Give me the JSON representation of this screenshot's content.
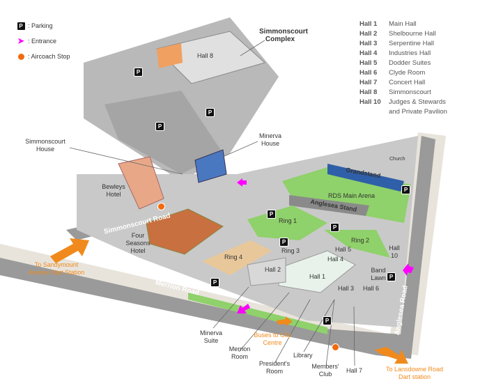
{
  "legend": {
    "parking": ": Parking",
    "entrance": ": Entrance",
    "aircoach": ": Aircoach Stop",
    "parking_symbol": "P"
  },
  "halls": [
    {
      "hall": "Hall 1",
      "name": "Main Hall"
    },
    {
      "hall": "Hall 2",
      "name": "Shelbourne Hall"
    },
    {
      "hall": "Hall 3",
      "name": "Serpentine Hall"
    },
    {
      "hall": "Hall 4",
      "name": "Industries Hall"
    },
    {
      "hall": "Hall 5",
      "name": "Dodder Suites"
    },
    {
      "hall": "Hall 6",
      "name": "Clyde Room"
    },
    {
      "hall": "Hall 7",
      "name": "Concert Hall"
    },
    {
      "hall": "Hall 8",
      "name": "Simmonscourt"
    },
    {
      "hall": "Hall 10",
      "name": "Judges & Stewards and Private Pavilion"
    }
  ],
  "roads": {
    "simmonscourt": "Simmonscourt Road",
    "merrion": "Merrion Road",
    "anglesea": "Anglesea Road"
  },
  "labels": {
    "simmonscourt_complex": "Simmonscourt Complex",
    "hall8": "Hall 8",
    "simmonscourt_house": "Simmonscourt House",
    "minerva_house": "Minerva House",
    "bewleys": "Bewleys Hotel",
    "four_seasons": "Four Seasons Hotel",
    "grandstand": "Grandstand",
    "main_arena": "RDS Main Arena",
    "anglesea_stand": "Anglesea Stand",
    "church": "Church",
    "ring1": "Ring 1",
    "ring2": "Ring 2",
    "ring3": "Ring 3",
    "ring4": "Ring 4",
    "hall1": "Hall 1",
    "hall2": "Hall 2",
    "hall3": "Hall 3",
    "hall4": "Hall 4",
    "hall5": "Hall 5",
    "hall6": "Hall 6",
    "hall7": "Hall 7",
    "hall10": "Hall 10",
    "band_lawn": "Band Lawn",
    "minerva_suite": "Minerva Suite",
    "merrion_room": "Merrion Room",
    "presidents_room": "President's Room",
    "library": "Library",
    "members_club": "Members' Club",
    "buses": "Buses to City Centre",
    "sandymount": "To Sandymount Avenue Dart Station",
    "lansdowne": "To Lansdowne Road Dart station"
  },
  "colors": {
    "road": "#9a9a9a",
    "grass": "#8fd16a",
    "orange": "#f08a1c",
    "entrance": "#ff00ff",
    "parking": "#111111"
  }
}
